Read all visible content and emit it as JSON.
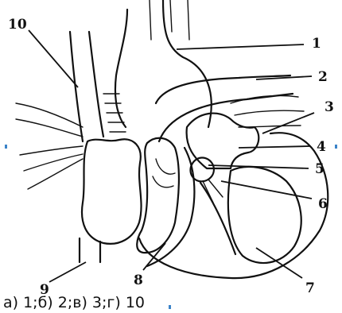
{
  "diagram": {
    "labels": [
      "1",
      "2",
      "3",
      "4",
      "5",
      "6",
      "7",
      "8",
      "9",
      "10"
    ]
  },
  "answer_options": "а) 1;б) 2;в) 3;г) 10"
}
